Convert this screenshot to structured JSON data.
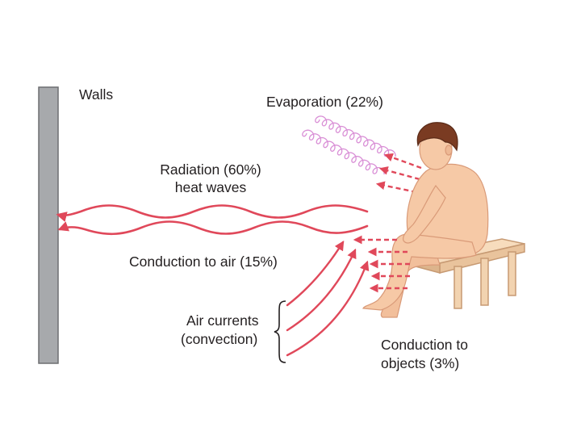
{
  "diagram": {
    "walls_label": "Walls",
    "evaporation_label": "Evaporation (22%)",
    "radiation_label_line1": "Radiation (60%)",
    "radiation_label_line2": "heat waves",
    "conduction_air_label": "Conduction to air (15%)",
    "air_currents_line1": "Air currents",
    "air_currents_line2": "(convection)",
    "conduction_objects_line1": "Conduction to",
    "conduction_objects_line2": "objects (3%)"
  },
  "colors": {
    "arrow": "#e0485a",
    "wall_fill": "#a7a9ac",
    "wall_stroke": "#6d6e71",
    "skin": "#f6c9a6",
    "skin_shadow": "#e8a783",
    "hair": "#7a3b22",
    "stool": "#f5d6b4",
    "stool_stroke": "#c79a73",
    "vapor": "#d98fd6",
    "text": "#231f20"
  }
}
